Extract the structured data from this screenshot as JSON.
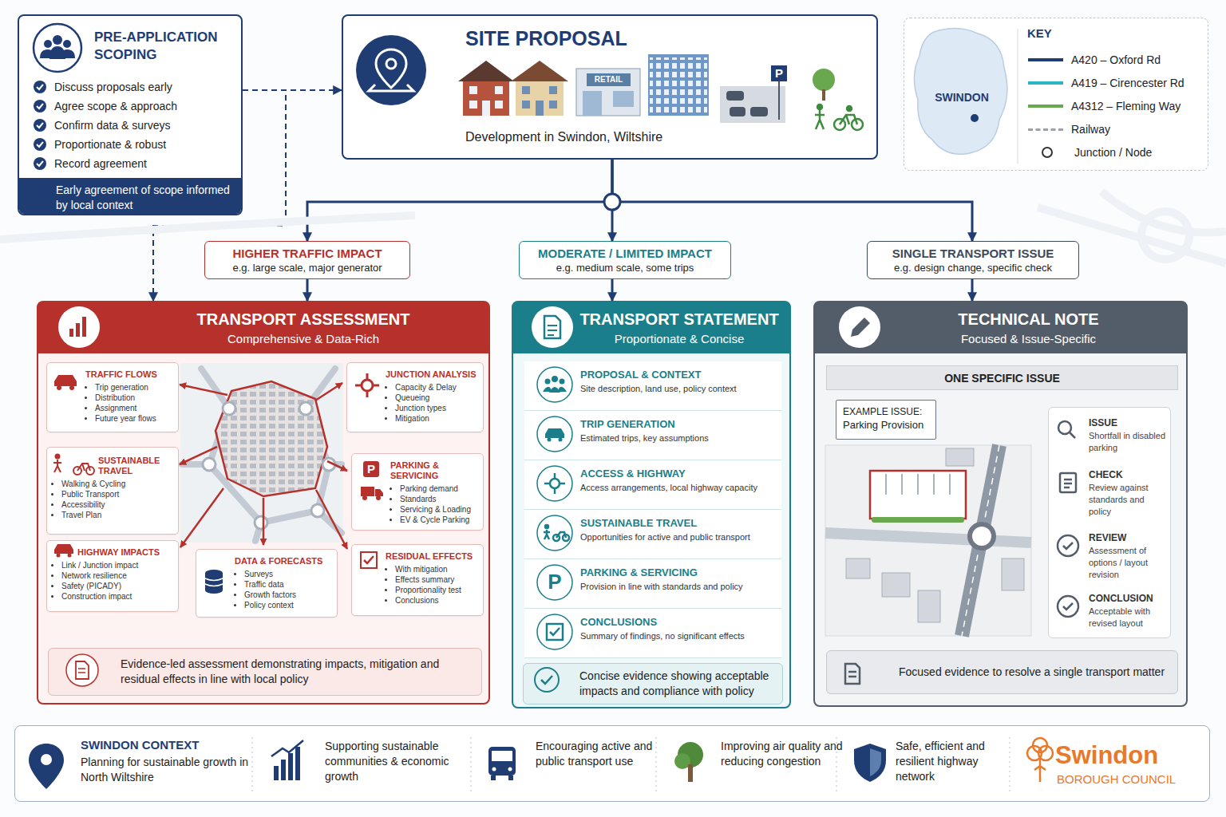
{
  "diagram": {
    "nodes": [
      {
        "text": [
          "PRE-APPLICATION SCOPING",
          "Discuss proposals early",
          "Agree scope & approach",
          "Confirm data & surveys",
          "Proportionate & robust",
          "Record agreement"
        ]
      },
      {
        "text": [
          "Early agreement of scope informed by local context"
        ],
        "in": 0
      },
      {
        "text": [
          "SITE PROPOSAL",
          "Development in Swindon, Wiltshire"
        ]
      },
      {
        "text": [
          "KEY"
        ]
      },
      {
        "text": [
          "HIGHER TRAFFIC IMPACT",
          "e.g. large scale, major generator"
        ]
      },
      {
        "text": [
          "MODERATE / LIMITED IMPACT",
          "e.g. medium scale, some trips"
        ]
      },
      {
        "text": [
          "SINGLE TRANSPORT ISSUE",
          "e.g. design change, specific check"
        ]
      },
      {
        "text": [
          "TRANSPORT ASSESSMENT",
          "Comprehensive & Data-Rich"
        ]
      },
      {
        "text": [
          "TRAFFIC FLOWS",
          "Trip generation",
          "Distribution",
          "Assignment",
          "Future year flows"
        ],
        "in": 7
      },
      {
        "text": [
          "JUNCTION ANALYSIS",
          "Capacity & Delay",
          "Queueing",
          "Junction types",
          "Mitigation"
        ],
        "in": 7
      },
      {
        "text": [
          "SUSTAINABLE TRAVEL",
          "Walking & Cycling",
          "Public Transport",
          "Accessibility",
          "Travel Plan"
        ],
        "in": 7
      },
      {
        "text": [
          "PARKING & SERVICING",
          "Parking demand",
          "Standards",
          "Servicing & Loading",
          "EV & Cycle Parking"
        ],
        "in": 7
      },
      {
        "text": [
          "HIGHWAY IMPACTS",
          "Link / Junction impact",
          "Network resilience",
          "Safety (PICADY)",
          "Construction impact"
        ],
        "in": 7
      },
      {
        "text": [
          "DATA & FORECASTS",
          "Surveys",
          "Traffic data",
          "Growth factors",
          "Policy context"
        ],
        "in": 7
      },
      {
        "text": [
          "RESIDUAL EFFECTS",
          "With mitigation",
          "Effects summary",
          "Proportionality test",
          "Conclusions"
        ],
        "in": 7
      },
      {
        "text": [
          "Evidence-led assessment demonstrating impacts, mitigation and residual effects in line with local policy"
        ],
        "in": 7
      },
      {
        "text": [
          "TRANSPORT STATEMENT",
          "Proportionate & Concise"
        ]
      },
      {
        "text": [
          "PROPOSAL & CONTEXT",
          "Site description, land use, policy context"
        ],
        "in": 16
      },
      {
        "text": [
          "TRIP GENERATION",
          "Estimated trips, key assumptions"
        ],
        "in": 16
      },
      {
        "text": [
          "ACCESS & HIGHWAY",
          "Access arrangements, local highway capacity"
        ],
        "in": 16
      },
      {
        "text": [
          "SUSTAINABLE TRAVEL",
          "Opportunities for active and public transport"
        ],
        "in": 16
      },
      {
        "text": [
          "PARKING & SERVICING",
          "Provision in line with standards and policy"
        ],
        "in": 16
      },
      {
        "text": [
          "CONCLUSIONS",
          "Summary of findings, no significant effects"
        ],
        "in": 16
      },
      {
        "text": [
          "Concise evidence showing acceptable impacts and compliance with policy"
        ],
        "in": 16
      },
      {
        "text": [
          "TECHNICAL NOTE",
          "Focused & Issue-Specific"
        ]
      },
      {
        "text": [
          "ONE SPECIFIC ISSUE"
        ],
        "in": 24
      },
      {
        "text": [
          "EXAMPLE ISSUE:",
          "Parking Provision"
        ],
        "in": 24
      },
      {
        "text": [
          "ISSUE",
          "Shortfall in disabled parking",
          "CHECK",
          "Review against standards and policy",
          "REVIEW",
          "Assessment of options / layout revision",
          "CONCLUSION",
          "Acceptable with revised layout"
        ],
        "in": 24
      },
      {
        "text": [
          "Focused evidence to resolve a single transport matter"
        ],
        "in": 24
      },
      {
        "text": [
          "SWINDON CONTEXT",
          "Planning for sustainable growth in North Wiltshire",
          "Supporting sustainable communities & economic growth",
          "Encouraging active and public transport use",
          "Improving air quality and reducing congestion",
          "Safe, efficient and resilient highway network"
        ]
      }
    ],
    "edges": [
      {
        "from": 0,
        "to": 2,
        "arrow": "to"
      },
      {
        "from": 0,
        "to": 7,
        "arrow": "to"
      },
      {
        "from": 2,
        "to": 4,
        "arrow": "to"
      },
      {
        "from": 2,
        "to": 5,
        "arrow": "to"
      },
      {
        "from": 2,
        "to": 6,
        "arrow": "to"
      },
      {
        "from": 4,
        "to": 7,
        "arrow": "to"
      },
      {
        "from": 5,
        "to": 16,
        "arrow": "to"
      },
      {
        "from": 6,
        "to": 24,
        "arrow": "to"
      }
    ],
    "labels": [
      "RETAIL",
      "P",
      "SWINDON",
      "P",
      "P",
      "Swindon",
      "BOROUGH COUNCIL"
    ],
    "legend": [
      {
        "text": "A420 – Oxford Rd",
        "color": "#1f3d73"
      },
      {
        "text": "A419 – Cirencester Rd",
        "color": "#2bb5c4"
      },
      {
        "text": "A4312 – Fleming Way",
        "color": "#6aa84f"
      },
      {
        "text": "Railway"
      },
      {
        "text": "Junction / Node"
      }
    ]
  }
}
